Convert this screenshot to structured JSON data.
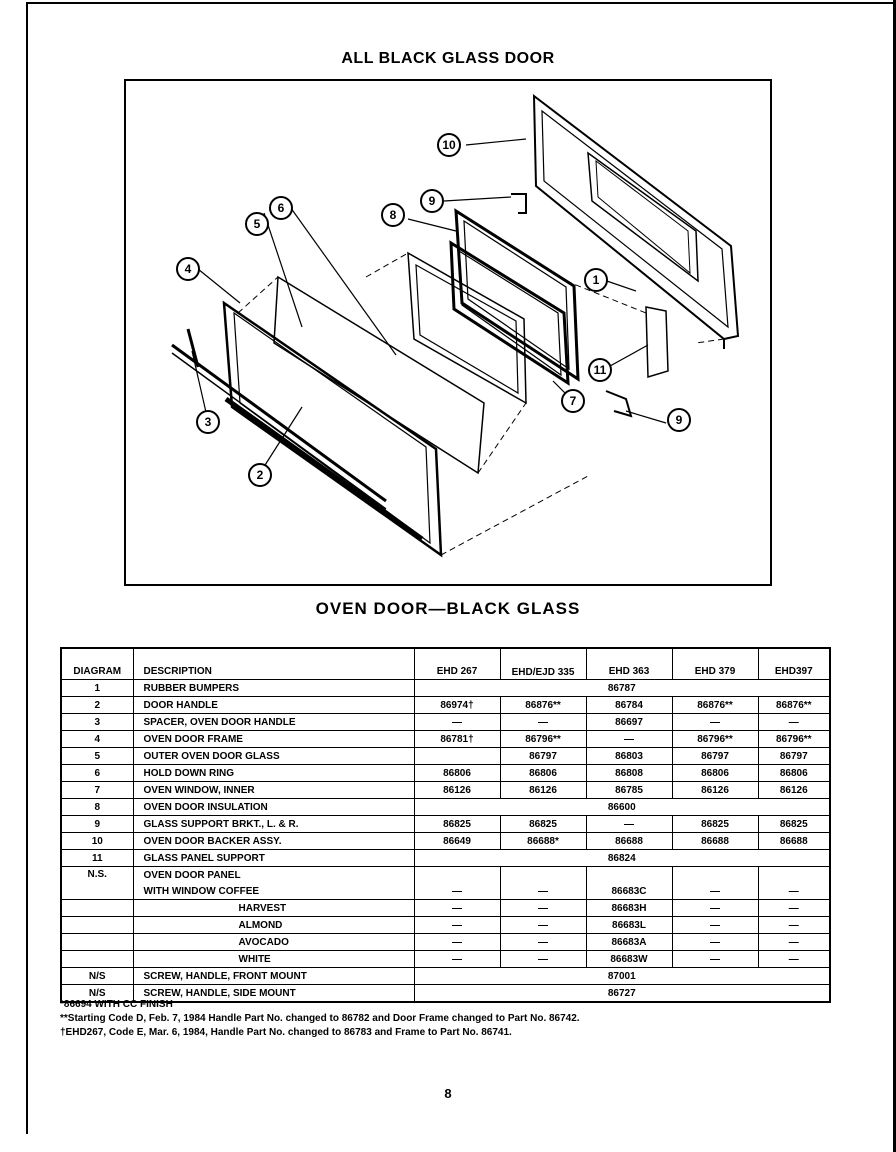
{
  "title_top": "ALL BLACK GLASS DOOR",
  "title_bottom": "OVEN DOOR—BLACK GLASS",
  "callouts": [
    "1",
    "2",
    "3",
    "4",
    "5",
    "6",
    "7",
    "8",
    "9",
    "9",
    "10",
    "11"
  ],
  "table": {
    "headers": [
      "DIAGRAM",
      "DESCRIPTION",
      "EHD 267",
      "EHD/EJD 335",
      "EHD 363",
      "EHD 379",
      "EHD397"
    ],
    "rows": [
      {
        "diag": "1",
        "desc": "RUBBER BUMPERS",
        "merged": "86787"
      },
      {
        "diag": "2",
        "desc": "DOOR HANDLE",
        "vals": [
          "86974†",
          "86876**",
          "86784",
          "86876**",
          "86876**"
        ]
      },
      {
        "diag": "3",
        "desc": "SPACER, OVEN DOOR HANDLE",
        "vals": [
          "—",
          "—",
          "86697",
          "—",
          "—"
        ]
      },
      {
        "diag": "4",
        "desc": "OVEN DOOR FRAME",
        "vals": [
          "86781†",
          "86796**",
          "—",
          "86796**",
          "86796**"
        ]
      },
      {
        "diag": "5",
        "desc": "OUTER OVEN DOOR GLASS",
        "vals": [
          "",
          "86797",
          "86803",
          "86797",
          "86797"
        ]
      },
      {
        "diag": "6",
        "desc": "HOLD DOWN RING",
        "vals": [
          "86806",
          "86806",
          "86808",
          "86806",
          "86806"
        ]
      },
      {
        "diag": "7",
        "desc": "OVEN WINDOW, INNER",
        "vals": [
          "86126",
          "86126",
          "86785",
          "86126",
          "86126"
        ]
      },
      {
        "diag": "8",
        "desc": "OVEN DOOR INSULATION",
        "merged": "86600"
      },
      {
        "diag": "9",
        "desc": "GLASS SUPPORT BRKT., L. & R.",
        "vals": [
          "86825",
          "86825",
          "—",
          "86825",
          "86825"
        ]
      },
      {
        "diag": "10",
        "desc": "OVEN DOOR BACKER ASSY.",
        "vals": [
          "86649",
          "86688*",
          "86688",
          "86688",
          "86688"
        ]
      },
      {
        "diag": "11",
        "desc": "GLASS PANEL SUPPORT",
        "merged": "86824"
      }
    ],
    "ns_panel": {
      "diag": "N.S.",
      "desc1": "OVEN DOOR PANEL",
      "desc2": "WITH WINDOW  COFFEE",
      "rows": [
        {
          "color": "",
          "vals": [
            "—",
            "—",
            "86683C",
            "—",
            "—"
          ]
        },
        {
          "color": "HARVEST",
          "vals": [
            "—",
            "—",
            "86683H",
            "—",
            "—"
          ]
        },
        {
          "color": "ALMOND",
          "vals": [
            "—",
            "—",
            "86683L",
            "—",
            "—"
          ]
        },
        {
          "color": "AVOCADO",
          "vals": [
            "—",
            "—",
            "86683A",
            "—",
            "—"
          ]
        },
        {
          "color": "WHITE",
          "vals": [
            "—",
            "—",
            "86683W",
            "—",
            "—"
          ]
        }
      ]
    },
    "screw_rows": [
      {
        "diag": "N/S",
        "desc": "SCREW, HANDLE, FRONT MOUNT",
        "merged": "87001"
      },
      {
        "diag": "N/S",
        "desc": "SCREW, HANDLE, SIDE MOUNT",
        "merged": "86727"
      }
    ]
  },
  "notes": [
    "*86694 WITH CC FINISH",
    "**Starting Code D, Feb. 7, 1984 Handle Part No. changed to 86782 and Door Frame changed to Part No. 86742.",
    "†EHD267, Code E, Mar. 6, 1984, Handle Part No. changed to 86783 and Frame to Part No. 86741."
  ],
  "page_number": "8"
}
